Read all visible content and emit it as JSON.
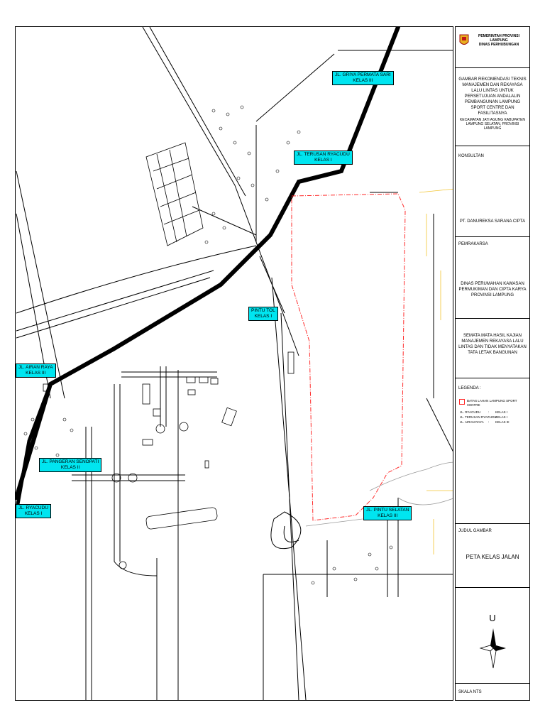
{
  "road_labels": {
    "griya": {
      "line1": "JL. GRIYA PERMATA SARI",
      "line2": "KELAS III"
    },
    "terusan": {
      "line1": "JL. TERUSAN RYACUDU",
      "line2": "KELAS I"
    },
    "pintu_tol": {
      "line1": "PINTU TOL",
      "line2": "KELAS I"
    },
    "airan": {
      "line1": "JL. AIRAN RAYA",
      "line2": "KELAS III"
    },
    "pangeran": {
      "line1": "JL. PANGERAN SENOPATI",
      "line2": "KELAS II"
    },
    "ryacudu": {
      "line1": "JL. RYACUDU",
      "line2": "KELAS I"
    },
    "pintu_selatan": {
      "line1": "JL. PINTU SELATAN",
      "line2": "KELAS III"
    }
  },
  "title_block": {
    "agency_line1": "PEMERINTAH PROVINSI LAMPUNG",
    "agency_line2": "DINAS PERHUBUNGAN",
    "project": "GAMBAR REKOMENDASI TEKNIS MANAJEMEN DAN REKAYASA LALU LINTAS UNTUK PERSETUJUAN ANDALALIN PEMBANGUNAN LAMPUNG SPORT CENTRE DAN FASILITASNYA",
    "location": "KECAMATAN JATI AGUNG KABUPATEN LAMPUNG SELATAN, PROVINSI LAMPUNG",
    "consultant_heading": "KONSULTAN",
    "consultant_name": "PT. DANUREKSA SARANA CIPTA",
    "proponent_heading": "PEMRAKARSA",
    "proponent_name": "DINAS PERUMAHAN KAWASAN PERMUKIMAN DAN CIPTA KARYA PROVINSI LAMPUNG",
    "disclaimer": "SEMATA MATA HASIL KAJIAN MANAJEMEN REKAYASA LALU LINTAS DAN TIDAK MENYATAKAN TATA LETAK BANGUNAN",
    "legend_heading": "LEGENDA :",
    "legend_boundary": "BATAS LAHAN LAMPUNG SPORT CENTRE",
    "legend_items": [
      {
        "road": "JL. RYACUDU",
        "sep": ":",
        "class": "KELAS I"
      },
      {
        "road": "JL. TERUSAN RYACUDU",
        "sep": ":",
        "class": "KELAS I"
      },
      {
        "road": "JL. AIRAN RAYA",
        "sep": ":",
        "class": "KELAS III"
      }
    ],
    "drawing_title_heading": "JUDUL GAMBAR",
    "drawing_title": "PETA KELAS JALAN",
    "north_letter": "U",
    "scale": "SKALA NTS"
  },
  "colors": {
    "label_fill": "#00e5f0",
    "site_boundary": "#ff2a2a",
    "yellow_lines": "#f2c430",
    "road_line": "#000000"
  },
  "icons": [
    "provincial-crest-icon",
    "north-arrow-icon"
  ]
}
